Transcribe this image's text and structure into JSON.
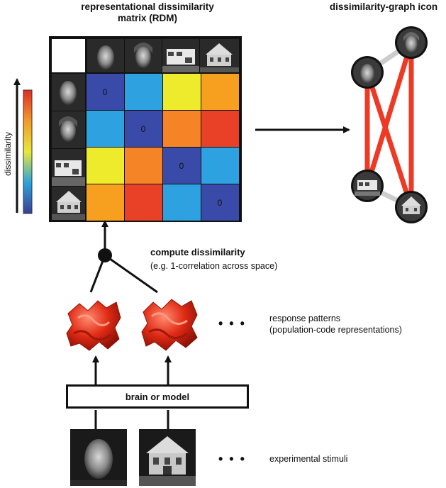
{
  "rdm_title_line1": "representational dissimilarity",
  "rdm_title_line2": "matrix (RDM)",
  "graph_title": "dissimilarity-graph icon",
  "colorbar_label": "dissimilarity",
  "zero_label": "0",
  "compute_title": "compute dissimilarity",
  "compute_subtitle": "(e.g. 1-correlation across space)",
  "response_line1": "response patterns",
  "response_line2": "(population-code representations)",
  "ellipsis": "• • •",
  "brain_label": "brain or model",
  "stimuli_label": "experimental stimuli",
  "stimuli": [
    "face-male",
    "face-female",
    "building-modern",
    "house-victorian"
  ],
  "rdm_colors": [
    [
      "#3a4aa8",
      "#2ea2e0",
      "#eeea2c",
      "#f7a020"
    ],
    [
      "#2ea2e0",
      "#3a4aa8",
      "#f58426",
      "#e94128"
    ],
    [
      "#eeea2c",
      "#f58426",
      "#3a4aa8",
      "#2ea2e0"
    ],
    [
      "#f7a020",
      "#e94128",
      "#2ea2e0",
      "#3a4aa8"
    ]
  ],
  "colors": {
    "edge_strong": "#ee3a24",
    "edge_weak": "#cccccc"
  }
}
